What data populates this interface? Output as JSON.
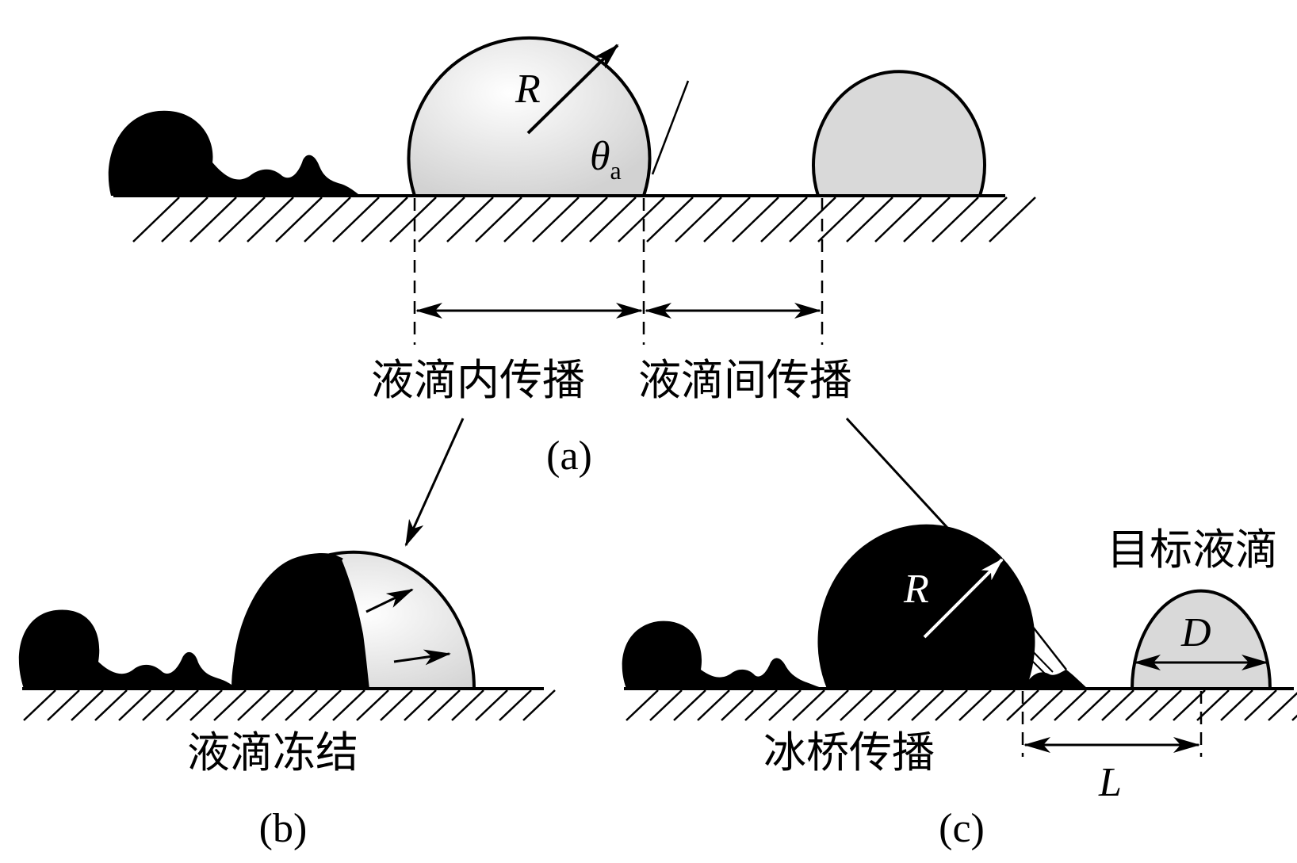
{
  "panels": {
    "a": {
      "caption": "(a)",
      "radius_label": "R",
      "angle_symbol": "θ",
      "angle_subscript": "a",
      "label_intra": "液滴内传播",
      "label_inter": "液滴间传播"
    },
    "b": {
      "caption": "(b)",
      "label": "液滴冻结"
    },
    "c": {
      "caption": "(c)",
      "label": "冰桥传播",
      "target_label": "目标液滴",
      "radius_label": "R",
      "diameter_label": "D",
      "distance_label": "L"
    }
  },
  "colors": {
    "ink": "#000000",
    "droplet_fill": "#d9d9d9",
    "droplet_highlight": "#ffffff",
    "frozen": "#000000"
  }
}
